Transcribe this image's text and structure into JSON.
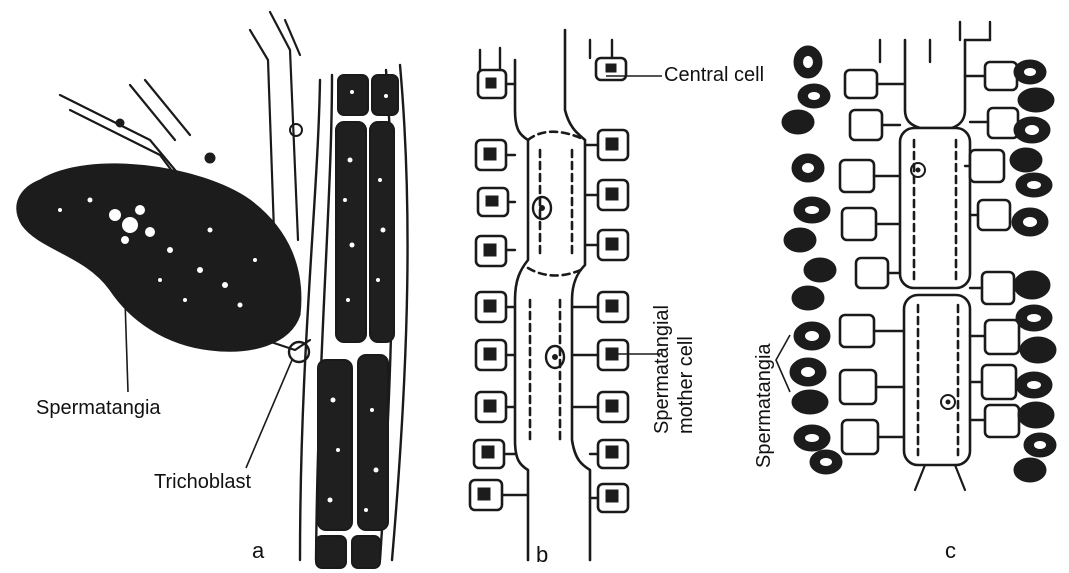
{
  "figure": {
    "labels": {
      "spermatangia_a": "Spermatangia",
      "trichoblast": "Trichoblast",
      "central_cell": "Central cell",
      "spermatangial_line1": "Spermatangial",
      "spermatangial_line2": "mother cell",
      "spermatangia_c": "Spermatangia"
    },
    "panels": [
      "a",
      "b",
      "c"
    ]
  }
}
